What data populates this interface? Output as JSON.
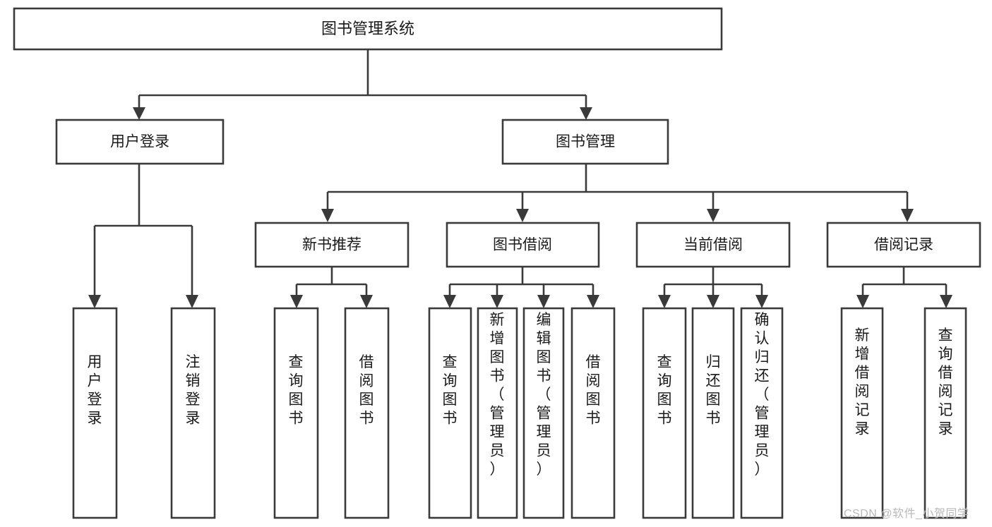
{
  "diagram": {
    "type": "tree-hierarchy",
    "title": "图书管理系统",
    "orientation": "top-down",
    "levels": 4,
    "root": {
      "id": "root",
      "label": "图书管理系统"
    },
    "level2": [
      {
        "id": "user-login",
        "label": "用户登录"
      },
      {
        "id": "book-manage",
        "label": "图书管理"
      }
    ],
    "level3": [
      {
        "id": "new-book-rec",
        "label": "新书推荐",
        "parent": "book-manage"
      },
      {
        "id": "book-borrow",
        "label": "图书借阅",
        "parent": "book-manage"
      },
      {
        "id": "current-borrow",
        "label": "当前借阅",
        "parent": "book-manage"
      },
      {
        "id": "borrow-record",
        "label": "借阅记录",
        "parent": "book-manage"
      }
    ],
    "leaves": {
      "user-login": [
        {
          "id": "leaf-user-login",
          "label": "用户登录"
        },
        {
          "id": "leaf-logout",
          "label": "注销登录"
        }
      ],
      "new-book-rec": [
        {
          "id": "leaf-query-book-1",
          "label": "查询图书"
        },
        {
          "id": "leaf-borrow-book-1",
          "label": "借阅图书"
        }
      ],
      "book-borrow": [
        {
          "id": "leaf-query-book-2",
          "label": "查询图书"
        },
        {
          "id": "leaf-add-book",
          "label": "新增图书（管理员）"
        },
        {
          "id": "leaf-edit-book",
          "label": "编辑图书（管理员）"
        },
        {
          "id": "leaf-borrow-book-2",
          "label": "借阅图书"
        }
      ],
      "current-borrow": [
        {
          "id": "leaf-query-book-3",
          "label": "查询图书"
        },
        {
          "id": "leaf-return-book",
          "label": "归还图书"
        },
        {
          "id": "leaf-confirm-return",
          "label": "确认归还（管理员）"
        }
      ],
      "borrow-record": [
        {
          "id": "leaf-add-record",
          "label": "新增借阅记录"
        },
        {
          "id": "leaf-query-record",
          "label": "查询借阅记录"
        }
      ]
    },
    "colors": {
      "stroke": "#3a3a3a",
      "fill": "#ffffff",
      "text": "#1a1a1a",
      "background": "#ffffff",
      "watermark": "#b9b9b9"
    }
  },
  "watermark": {
    "text": "CSDN @软件_小贺同学"
  }
}
